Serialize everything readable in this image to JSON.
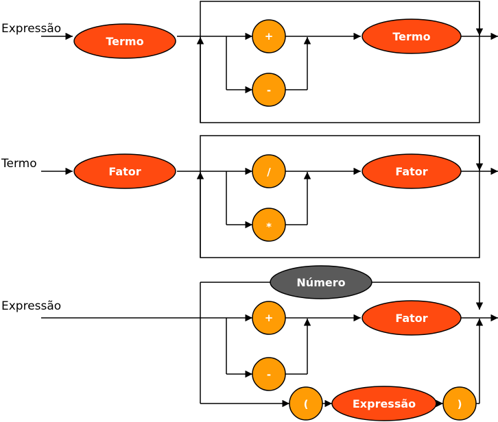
{
  "colors": {
    "nonterminal_fill": "#ff4a10",
    "terminal_fill": "#ff9c05",
    "numero_fill": "#5a5a5a",
    "stroke": "#000000"
  },
  "expressao_row": {
    "label": "Expressão",
    "first_node": "Termo",
    "op_plus": "+",
    "op_minus": "-",
    "last_node": "Termo"
  },
  "termo_row": {
    "label": "Termo",
    "first_node": "Fator",
    "op_div": "/",
    "op_mul": "*",
    "last_node": "Fator"
  },
  "fator_row": {
    "label": "Expressão",
    "numero": "Número",
    "op_plus": "+",
    "op_minus": "-",
    "fator_node": "Fator",
    "open_paren": "(",
    "expressao_node": "Expressão",
    "close_paren": ")"
  }
}
